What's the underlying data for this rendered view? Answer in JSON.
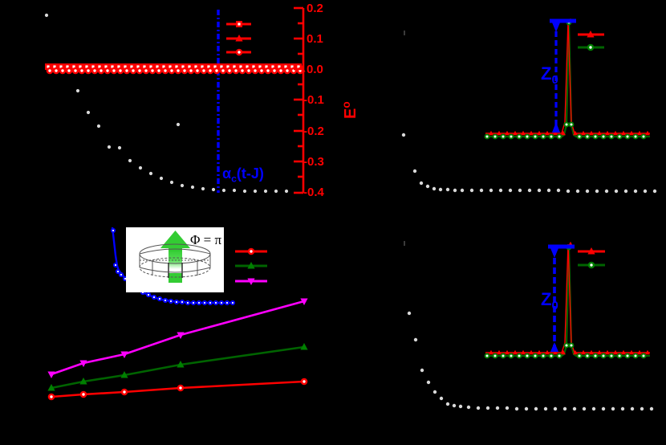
{
  "figure": {
    "background": "#000000",
    "panels": [
      "top-left",
      "top-right",
      "bottom-left",
      "bottom-right"
    ]
  },
  "colors": {
    "red": "#ff0000",
    "blue": "#0000ff",
    "green": "#008000",
    "magenta": "#ff00ff",
    "white": "#ffffff",
    "black": "#000000"
  },
  "panel_top_left": {
    "right_axis_label": "E",
    "right_axis_label_sup": "o",
    "right_axis_ticks": [
      "0.2",
      "0.1",
      "0.0",
      "-0.1",
      "-0.2",
      "-0.3",
      "-0.4"
    ],
    "vline_label": "α",
    "vline_label_sub": "c",
    "vline_label_rest": "(t-J)",
    "legend": [
      {
        "marker": "square",
        "color": "#ff0000"
      },
      {
        "marker": "triangle-up",
        "color": "#ff0000"
      },
      {
        "marker": "circle",
        "color": "#ff0000"
      }
    ]
  },
  "panel_bottom_left": {
    "inset_label": "Φ = π",
    "legend": [
      {
        "marker": "circle",
        "color": "#ff0000"
      },
      {
        "marker": "triangle-up",
        "color": "#008000"
      },
      {
        "marker": "triangle-down",
        "color": "#ff00ff"
      }
    ]
  },
  "panel_top_right": {
    "arrow_label": "Z",
    "arrow_label_sub": "0",
    "legend": [
      {
        "marker": "triangle-up",
        "color": "#ff0000"
      },
      {
        "marker": "circle",
        "color": "#008000"
      }
    ]
  },
  "panel_bottom_right": {
    "arrow_label": "Z",
    "arrow_label_sub": "0",
    "legend": [
      {
        "marker": "triangle-up",
        "color": "#ff0000"
      },
      {
        "marker": "circle",
        "color": "#008000"
      }
    ]
  },
  "chart_data": [
    {
      "id": "top-left",
      "type": "scatter",
      "title": "",
      "xlabel": "",
      "ylabel": "E",
      "ylim": [
        -0.4,
        0.2
      ],
      "grid": false,
      "legend_position": "top-center-right",
      "annotations": [
        {
          "text": "α_c(t-J)",
          "color": "#0000ff",
          "kind": "vertical-line-label"
        }
      ],
      "series": [
        {
          "name": "white-dotted-descending",
          "color": "#ffffff",
          "marker": "dot",
          "x": [
            58,
            83,
            97,
            110,
            123,
            136,
            149,
            162,
            175,
            188,
            201,
            214,
            227,
            240,
            253,
            266,
            279,
            292,
            305,
            318,
            331,
            344,
            357,
            370
          ],
          "y": [
            0.185,
            -0.03,
            -0.115,
            -0.195,
            -0.245,
            -0.235,
            -0.275,
            -0.305,
            -0.325,
            -0.34,
            -0.352,
            -0.362,
            -0.368,
            -0.372,
            -0.374,
            -0.375,
            -0.376,
            -0.377,
            -0.377,
            -0.378,
            -0.378,
            -0.378,
            -0.378,
            -0.378
          ]
        },
        {
          "name": "red-squares",
          "color": "#ff0000",
          "marker": "square",
          "values_constant": 0.005,
          "n_points": 40
        },
        {
          "name": "red-triangles",
          "color": "#ff0000",
          "marker": "triangle-up",
          "values_constant": 0.0,
          "n_points": 40
        },
        {
          "name": "red-circles",
          "color": "#ff0000",
          "marker": "circle",
          "values_constant": -0.003,
          "n_points": 40
        }
      ],
      "vertical_line_x_frac": 0.672
    },
    {
      "id": "bottom-left",
      "type": "line",
      "title": "",
      "xlabel": "",
      "ylabel": "",
      "grid": false,
      "legend_position": "top-right",
      "annotations": [
        {
          "text": "Φ = π",
          "kind": "inset-caption"
        }
      ],
      "series": [
        {
          "name": "blue-decay",
          "color": "#0000ff",
          "marker": "circle-small",
          "x": [
            0.02,
            0.04,
            0.06,
            0.08,
            0.1,
            0.13,
            0.16,
            0.19,
            0.23,
            0.27,
            0.31,
            0.35,
            0.4,
            0.45,
            0.5,
            0.55,
            0.6,
            0.65,
            0.7,
            0.75,
            0.8,
            0.85,
            0.9,
            0.95,
            1.0
          ],
          "y": [
            0.98,
            0.7,
            0.5,
            0.38,
            0.3,
            0.25,
            0.22,
            0.2,
            0.185,
            0.175,
            0.17,
            0.165,
            0.162,
            0.159,
            0.157,
            0.155,
            0.153,
            0.152,
            0.151,
            0.15,
            0.149,
            0.148,
            0.148,
            0.147,
            0.147
          ]
        },
        {
          "name": "red-circles-line",
          "color": "#ff0000",
          "marker": "circle",
          "x": [
            0.0,
            0.2,
            0.4,
            0.6,
            1.0
          ],
          "y": [
            0.055,
            0.07,
            0.09,
            0.118,
            0.155
          ]
        },
        {
          "name": "green-triangles-line",
          "color": "#008000",
          "marker": "triangle-up",
          "x": [
            0.0,
            0.2,
            0.4,
            0.6,
            1.0
          ],
          "y": [
            0.105,
            0.135,
            0.175,
            0.225,
            0.305
          ]
        },
        {
          "name": "magenta-triangles-line",
          "color": "#ff00ff",
          "marker": "triangle-down",
          "x": [
            0.0,
            0.2,
            0.4,
            0.6,
            1.0
          ],
          "y": [
            0.155,
            0.2,
            0.26,
            0.34,
            0.465
          ]
        }
      ]
    },
    {
      "id": "top-right",
      "type": "line",
      "title": "",
      "xlabel": "",
      "ylabel": "",
      "grid": false,
      "legend_position": "top-right",
      "annotations": [
        {
          "text": "Z_0",
          "color": "#0000ff",
          "kind": "double-arrow-measure"
        }
      ],
      "series": [
        {
          "name": "white-dotted-descending",
          "color": "#ffffff",
          "marker": "dot",
          "x": [
            502,
            517,
            525,
            533,
            541,
            549,
            557,
            565,
            573,
            590,
            610,
            630,
            650,
            670,
            690,
            710,
            730,
            750,
            770,
            790,
            810
          ],
          "y": [
            0.35,
            0.17,
            0.11,
            0.075,
            0.058,
            0.05,
            0.046,
            0.043,
            0.041,
            0.04,
            0.039,
            0.038,
            0.038,
            0.037,
            0.037,
            0.037,
            0.036,
            0.036,
            0.036,
            0.036,
            0.036
          ]
        },
        {
          "name": "green-peak",
          "color": "#008000",
          "marker": "circle",
          "baseline": 0.04,
          "peak_value": 0.88,
          "peak_x_frac": 0.5,
          "shoulder_value": 0.16
        },
        {
          "name": "red-baseline",
          "color": "#ff0000",
          "marker": "triangle-up",
          "baseline": 0.055,
          "peak_value": 0.89
        }
      ],
      "Z0_from": 0.04,
      "Z0_to": 0.89
    },
    {
      "id": "bottom-right",
      "type": "line",
      "title": "",
      "xlabel": "",
      "ylabel": "",
      "grid": false,
      "legend_position": "top-right",
      "annotations": [
        {
          "text": "Z_0",
          "color": "#0000ff",
          "kind": "double-arrow-measure"
        }
      ],
      "series": [
        {
          "name": "white-dotted-descending",
          "color": "#ffffff",
          "marker": "dot",
          "x": [
            509,
            517,
            525,
            533,
            541,
            549,
            557,
            565,
            573,
            590,
            610,
            630,
            650,
            670,
            690,
            710,
            730,
            750,
            770,
            790,
            810
          ],
          "y": [
            0.3,
            0.21,
            0.13,
            0.095,
            0.072,
            0.06,
            0.052,
            0.046,
            0.042,
            0.04,
            0.039,
            0.038,
            0.038,
            0.037,
            0.037,
            0.036,
            0.036,
            0.036,
            0.036,
            0.035,
            0.035
          ]
        },
        {
          "name": "green-peak",
          "color": "#008000",
          "marker": "circle",
          "baseline": 0.04,
          "peak_value": 0.88,
          "peak_x_frac": 0.5,
          "shoulder_value": 0.16
        },
        {
          "name": "red-baseline",
          "color": "#ff0000",
          "marker": "triangle-up",
          "baseline": 0.055,
          "peak_value": 0.89
        }
      ],
      "Z0_from": 0.04,
      "Z0_to": 0.89
    }
  ]
}
